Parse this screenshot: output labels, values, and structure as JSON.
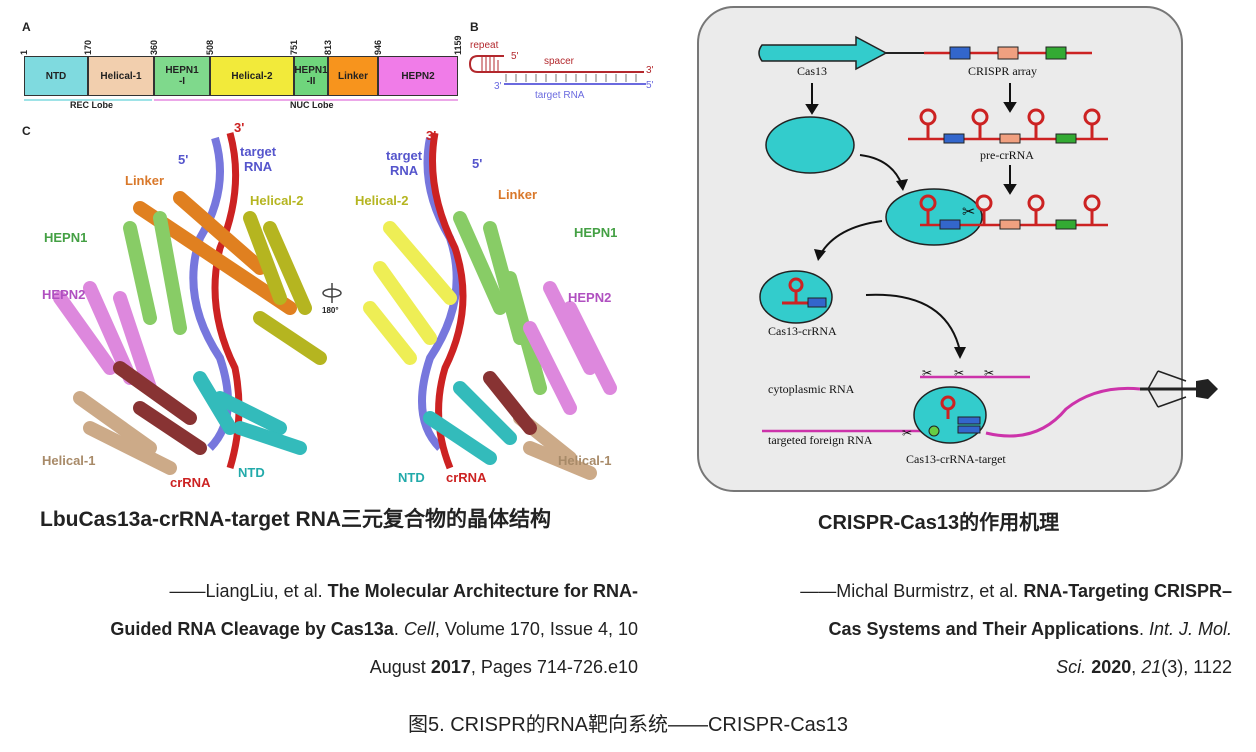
{
  "panel_a": {
    "letter": "A",
    "positions": [
      "1",
      "170",
      "360",
      "508",
      "751",
      "813",
      "946",
      "1159"
    ],
    "domains": [
      {
        "label": "NTD",
        "color": "#7fdadf"
      },
      {
        "label": "Helical-1",
        "color": "#f2cfae"
      },
      {
        "label": "HEPN1\n-I",
        "color": "#7fd98c"
      },
      {
        "label": "Helical-2",
        "color": "#f2ea3a"
      },
      {
        "label": "HEPN1\n-II",
        "color": "#6fd57c"
      },
      {
        "label": "Linker",
        "color": "#f7941d"
      },
      {
        "label": "HEPN2",
        "color": "#f07ce8"
      }
    ],
    "rec_lobe": "REC Lobe",
    "nuc_lobe": "NUC Lobe"
  },
  "panel_b": {
    "letter": "B",
    "repeat": "repeat",
    "spacer": "spacer",
    "target": "target RNA",
    "five_prime": "5'",
    "three_prime": "3'"
  },
  "panel_c": {
    "letter": "C",
    "labels": {
      "three_prime": "3'",
      "five_prime": "5'",
      "target_rna": "target\nRNA",
      "linker": "Linker",
      "helical2": "Helical-2",
      "hepn1": "HEPN1",
      "hepn2": "HEPN2",
      "helical1": "Helical-1",
      "ntd": "NTD",
      "crrna": "crRNA",
      "rotation": "180°"
    }
  },
  "mechanism": {
    "cas13": "Cas13",
    "crispr_array": "CRISPR array",
    "pre_crrna": "pre-crRNA",
    "cas13_crrna": "Cas13-crRNA",
    "cytoplasmic_rna": "cytoplasmic RNA",
    "targeted_foreign_rna": "targeted foreign RNA",
    "cas13_crrna_target": "Cas13-crRNA-target"
  },
  "captions": {
    "left": "LbuCas13a-crRNA-target RNA三元复合物的晶体结构",
    "right": "CRISPR-Cas13的作用机理"
  },
  "reference_left": {
    "prefix": "——LiangLiu, et al. ",
    "title_part1": "The Molecular Architecture for RNA-",
    "title_part2": "Guided RNA Cleavage by Cas13a",
    "journal": "Cell",
    "details1": ", Volume 170, Issue 4, 10",
    "date_pre": "August ",
    "year": "2017",
    "pages": ", Pages 714-726.e10"
  },
  "reference_right": {
    "prefix": "——Michal Burmistrz, et al. ",
    "title_part1": "RNA-Targeting CRISPR–",
    "title_part2": "Cas Systems and Their Applications",
    "journal": "Int. J. Mol.",
    "journal2": "Sci.",
    "year": "2020",
    "volume": "21",
    "issue_pages": "(3), 1122"
  },
  "figure_caption": "图5. CRISPR的RNA靶向系统——CRISPR-Cas13"
}
